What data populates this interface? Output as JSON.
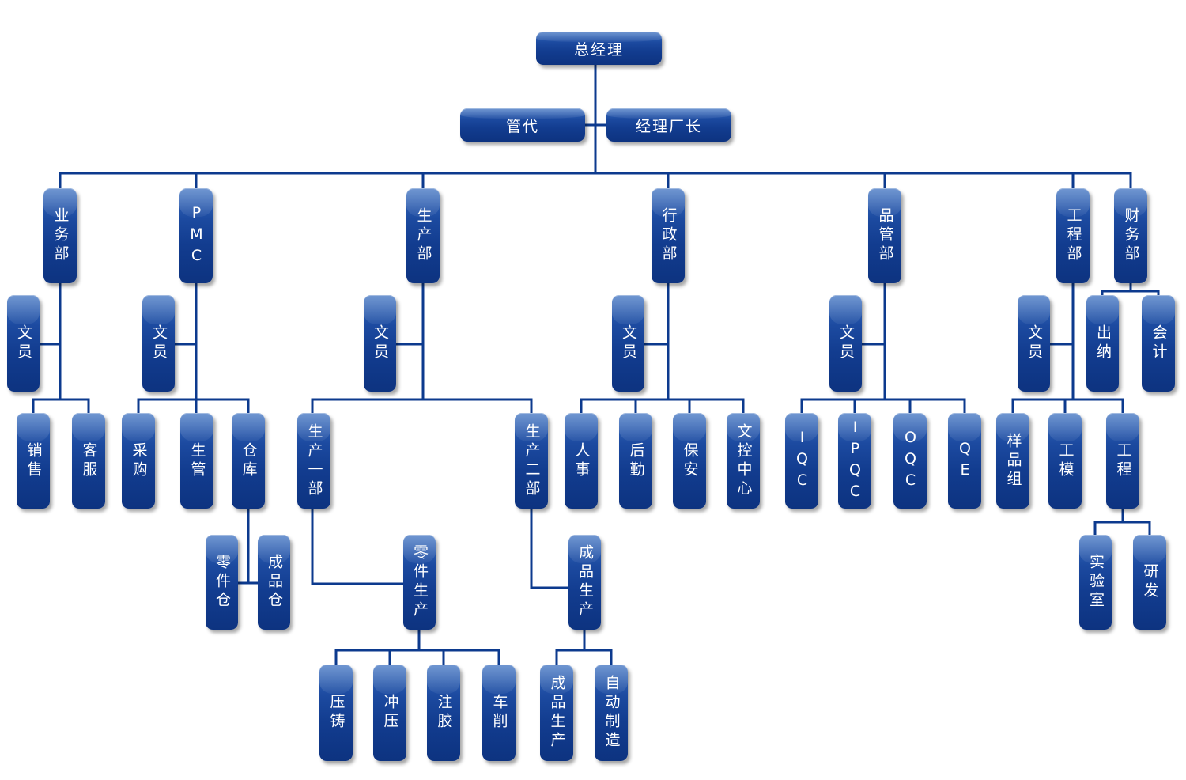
{
  "nodes": {
    "gm": "总经理",
    "deputy": "管代",
    "factory_manager": "经理厂长",
    "sales_dept": "业务部",
    "sales_clerk": "文员",
    "sales": "销售",
    "customer_service": "客服",
    "pmc": "PMC",
    "pmc_clerk": "文员",
    "purchasing": "采购",
    "production_control": "生管",
    "warehouse": "仓库",
    "parts_warehouse": "零件仓",
    "finished_goods_warehouse": "成品仓",
    "production_dept": "生产部",
    "production_clerk": "文员",
    "production_1": "生产一部",
    "production_2": "生产二部",
    "parts_production": "零件生产",
    "finished_production": "成品生产",
    "die_casting": "压铸",
    "stamping": "冲压",
    "injection": "注胶",
    "turning": "车削",
    "finished_production_line": "成品生产",
    "automation": "自动制造",
    "admin_dept": "行政部",
    "admin_clerk": "文员",
    "hr": "人事",
    "logistics": "后勤",
    "security": "保安",
    "document_center": "文控中心",
    "qa_dept": "品管部",
    "qa_clerk": "文员",
    "iqc": "IQC",
    "ipqc": "IPQC",
    "oqc": "OQC",
    "qe": "QE",
    "engineering_dept": "工程部",
    "eng_clerk": "文员",
    "sample_team": "样品组",
    "tooling": "工模",
    "engineering": "工程",
    "laboratory": "实验室",
    "rnd": "研发",
    "finance_dept": "财务部",
    "cashier": "出纳",
    "accounting": "会计"
  }
}
